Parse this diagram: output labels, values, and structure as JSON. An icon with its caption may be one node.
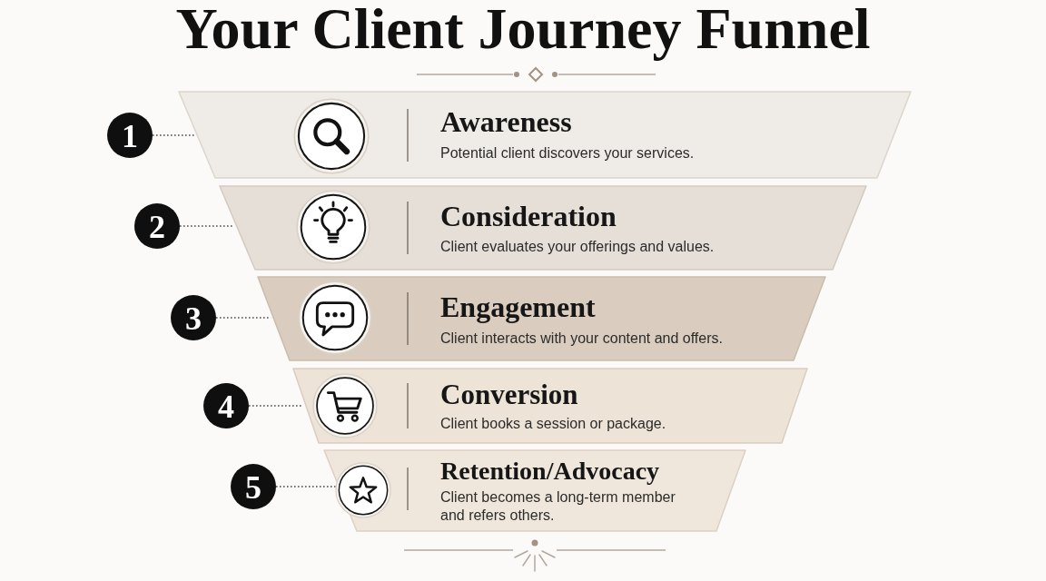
{
  "diagram": {
    "title": "Your Client Journey Funnel",
    "nodes": [
      {
        "text": [
          "1"
        ]
      },
      {
        "text": [
          "Awareness",
          "Potential client discovers your services."
        ]
      },
      {
        "text": [
          "2"
        ]
      },
      {
        "text": [
          "Consideration",
          "Client evaluates your offerings and values."
        ]
      },
      {
        "text": [
          "3"
        ]
      },
      {
        "text": [
          "Engagement",
          "Client interacts with your content and offers."
        ]
      },
      {
        "text": [
          "4"
        ]
      },
      {
        "text": [
          "Conversion",
          "Client books a session or package."
        ]
      },
      {
        "text": [
          "5"
        ]
      },
      {
        "text": [
          "Retention/Advocacy",
          "Client becomes a long-term member and refers others."
        ]
      }
    ],
    "edges": [
      {
        "from": 0,
        "to": 1,
        "arrow": "none",
        "style": "dashed"
      },
      {
        "from": 2,
        "to": 3,
        "arrow": "none",
        "style": "dashed"
      },
      {
        "from": 4,
        "to": 5,
        "arrow": "none",
        "style": "dashed"
      },
      {
        "from": 6,
        "to": 7,
        "arrow": "none",
        "style": "dashed"
      },
      {
        "from": 8,
        "to": 9,
        "arrow": "none",
        "style": "dashed"
      }
    ]
  }
}
